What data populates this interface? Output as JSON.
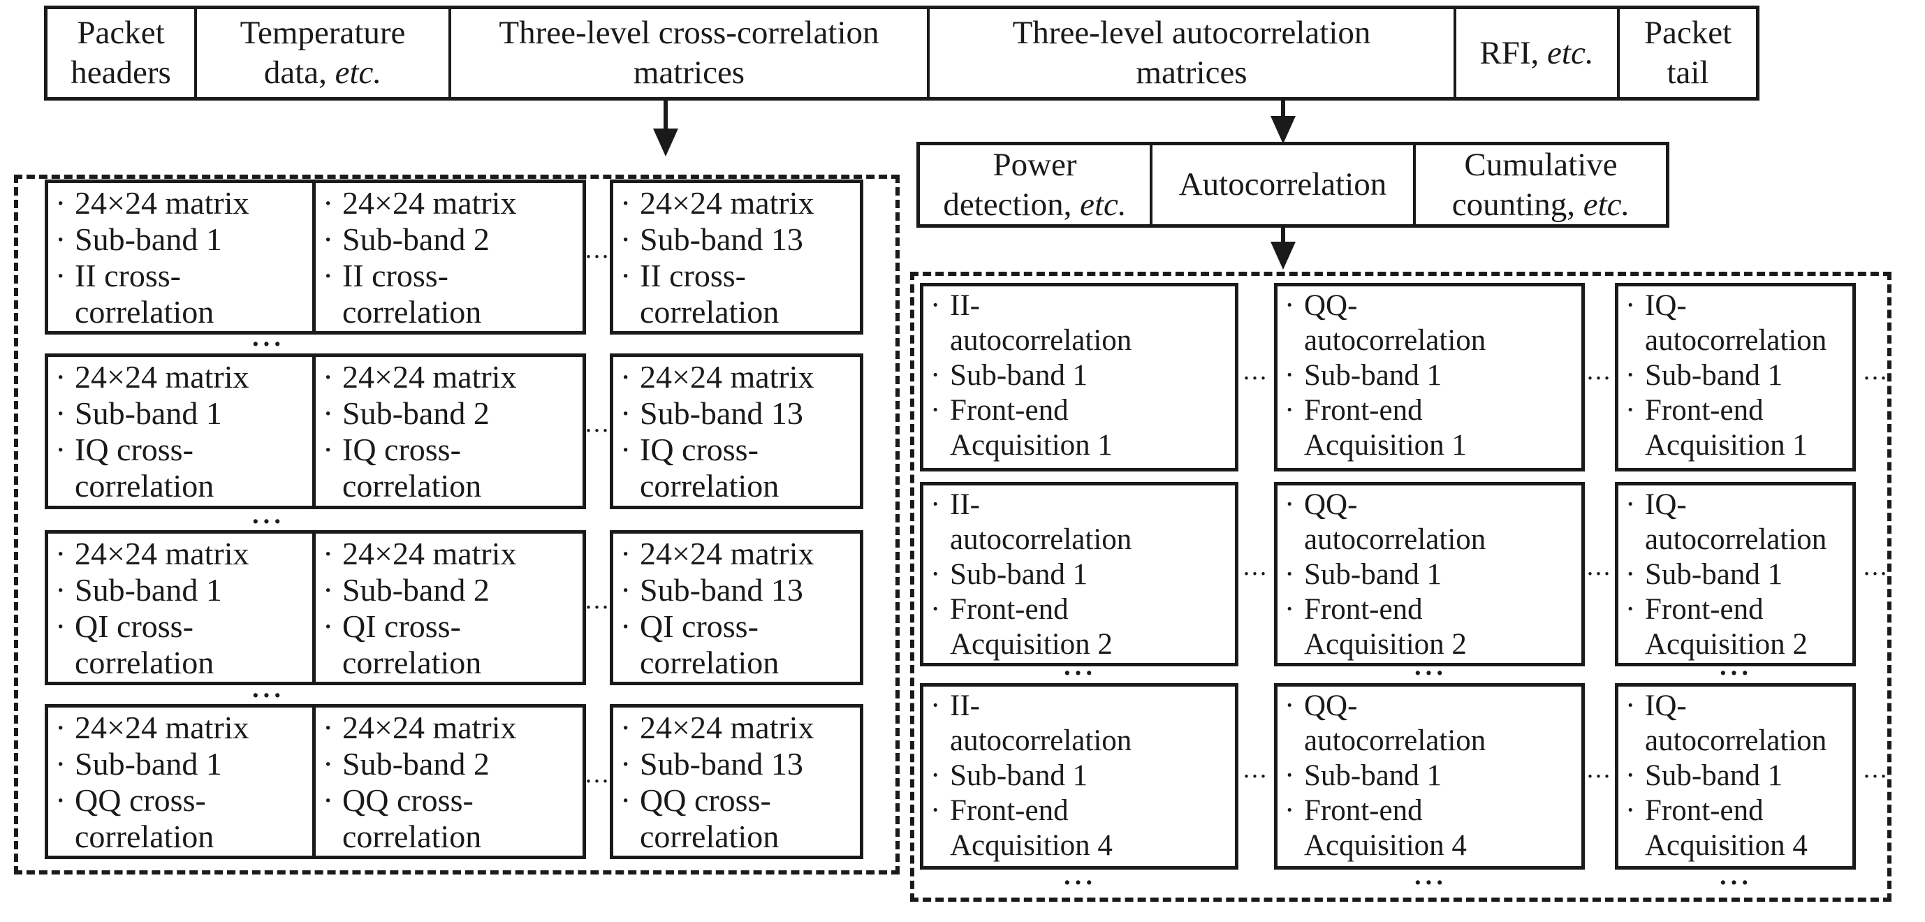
{
  "colors": {
    "ink": "#1a1a1a",
    "background": "#ffffff"
  },
  "glyphs": {
    "bullet": "·",
    "hdots": "···"
  },
  "packet_strip": {
    "cells": [
      {
        "l1": "Packet",
        "l2": "headers"
      },
      {
        "l1": "Temperature",
        "l2": "data, ",
        "l2i": "etc."
      },
      {
        "l1": "Three-level cross-correlation",
        "l2": "matrices"
      },
      {
        "l1": "Three-level autocorrelation",
        "l2": "matrices"
      },
      {
        "l1": "RFI, ",
        "l1i": "etc."
      },
      {
        "l1": "Packet",
        "l2": "tail"
      }
    ]
  },
  "process_strip": {
    "cells": [
      {
        "l1": "Power",
        "l2": "detection, ",
        "l2i": "etc."
      },
      {
        "l1": "Autocorrelation"
      },
      {
        "l1": "Cumulative",
        "l2": "counting, ",
        "l2i": "etc."
      }
    ]
  },
  "left_panel": {
    "rows": [
      {
        "boxes": [
          {
            "lines": [
              {
                "b": 1,
                "t": "24×24 matrix"
              },
              {
                "b": 1,
                "t": "Sub-band 1"
              },
              {
                "b": 1,
                "t": "II cross-"
              },
              {
                "b": 0,
                "t": "correlation"
              }
            ]
          },
          {
            "lines": [
              {
                "b": 1,
                "t": "24×24 matrix"
              },
              {
                "b": 1,
                "t": "Sub-band 2"
              },
              {
                "b": 1,
                "t": "II cross-"
              },
              {
                "b": 0,
                "t": "correlation"
              }
            ]
          },
          {
            "lines": [
              {
                "b": 1,
                "t": "24×24 matrix"
              },
              {
                "b": 1,
                "t": "Sub-band 13"
              },
              {
                "b": 1,
                "t": "II cross-"
              },
              {
                "b": 0,
                "t": "correlation"
              }
            ]
          }
        ]
      },
      {
        "boxes": [
          {
            "lines": [
              {
                "b": 1,
                "t": "24×24 matrix"
              },
              {
                "b": 1,
                "t": "Sub-band 1"
              },
              {
                "b": 1,
                "t": "IQ cross-"
              },
              {
                "b": 0,
                "t": "correlation"
              }
            ]
          },
          {
            "lines": [
              {
                "b": 1,
                "t": "24×24 matrix"
              },
              {
                "b": 1,
                "t": "Sub-band 2"
              },
              {
                "b": 1,
                "t": "IQ cross-"
              },
              {
                "b": 0,
                "t": "correlation"
              }
            ]
          },
          {
            "lines": [
              {
                "b": 1,
                "t": "24×24 matrix"
              },
              {
                "b": 1,
                "t": "Sub-band 13"
              },
              {
                "b": 1,
                "t": "IQ cross-"
              },
              {
                "b": 0,
                "t": "correlation"
              }
            ]
          }
        ]
      },
      {
        "boxes": [
          {
            "lines": [
              {
                "b": 1,
                "t": "24×24 matrix"
              },
              {
                "b": 1,
                "t": "Sub-band 1"
              },
              {
                "b": 1,
                "t": "QI cross-"
              },
              {
                "b": 0,
                "t": "correlation"
              }
            ]
          },
          {
            "lines": [
              {
                "b": 1,
                "t": "24×24 matrix"
              },
              {
                "b": 1,
                "t": "Sub-band 2"
              },
              {
                "b": 1,
                "t": "QI cross-"
              },
              {
                "b": 0,
                "t": "correlation"
              }
            ]
          },
          {
            "lines": [
              {
                "b": 1,
                "t": "24×24 matrix"
              },
              {
                "b": 1,
                "t": "Sub-band 13"
              },
              {
                "b": 1,
                "t": "QI cross-"
              },
              {
                "b": 0,
                "t": "correlation"
              }
            ]
          }
        ]
      },
      {
        "boxes": [
          {
            "lines": [
              {
                "b": 1,
                "t": "24×24 matrix"
              },
              {
                "b": 1,
                "t": "Sub-band 1"
              },
              {
                "b": 1,
                "t": "QQ cross-"
              },
              {
                "b": 0,
                "t": "correlation"
              }
            ]
          },
          {
            "lines": [
              {
                "b": 1,
                "t": "24×24 matrix"
              },
              {
                "b": 1,
                "t": "Sub-band 2"
              },
              {
                "b": 1,
                "t": "QQ cross-"
              },
              {
                "b": 0,
                "t": "correlation"
              }
            ]
          },
          {
            "lines": [
              {
                "b": 1,
                "t": "24×24 matrix"
              },
              {
                "b": 1,
                "t": "Sub-band 13"
              },
              {
                "b": 1,
                "t": "QQ cross-"
              },
              {
                "b": 0,
                "t": "correlation"
              }
            ]
          }
        ]
      }
    ]
  },
  "right_panel": {
    "rows": [
      {
        "boxes": [
          {
            "lines": [
              {
                "b": 1,
                "t": "II-"
              },
              {
                "b": 0,
                "t": "autocorrelation"
              },
              {
                "b": 1,
                "t": "Sub-band 1"
              },
              {
                "b": 1,
                "t": "Front-end"
              },
              {
                "b": 0,
                "t": "Acquisition 1"
              }
            ]
          },
          {
            "lines": [
              {
                "b": 1,
                "t": "QQ-"
              },
              {
                "b": 0,
                "t": "autocorrelation"
              },
              {
                "b": 1,
                "t": "Sub-band 1"
              },
              {
                "b": 1,
                "t": "Front-end"
              },
              {
                "b": 0,
                "t": "Acquisition 1"
              }
            ]
          },
          {
            "lines": [
              {
                "b": 1,
                "t": "IQ-"
              },
              {
                "b": 0,
                "t": "autocorrelation"
              },
              {
                "b": 1,
                "t": "Sub-band 1"
              },
              {
                "b": 1,
                "t": "Front-end"
              },
              {
                "b": 0,
                "t": "Acquisition 1"
              }
            ]
          }
        ]
      },
      {
        "boxes": [
          {
            "lines": [
              {
                "b": 1,
                "t": "II-"
              },
              {
                "b": 0,
                "t": "autocorrelation"
              },
              {
                "b": 1,
                "t": "Sub-band 1"
              },
              {
                "b": 1,
                "t": "Front-end"
              },
              {
                "b": 0,
                "t": "Acquisition 2"
              }
            ]
          },
          {
            "lines": [
              {
                "b": 1,
                "t": "QQ-"
              },
              {
                "b": 0,
                "t": "autocorrelation"
              },
              {
                "b": 1,
                "t": "Sub-band 1"
              },
              {
                "b": 1,
                "t": "Front-end"
              },
              {
                "b": 0,
                "t": "Acquisition 2"
              }
            ]
          },
          {
            "lines": [
              {
                "b": 1,
                "t": "IQ-"
              },
              {
                "b": 0,
                "t": "autocorrelation"
              },
              {
                "b": 1,
                "t": "Sub-band 1"
              },
              {
                "b": 1,
                "t": "Front-end"
              },
              {
                "b": 0,
                "t": "Acquisition 2"
              }
            ]
          }
        ]
      },
      {
        "boxes": [
          {
            "lines": [
              {
                "b": 1,
                "t": "II-"
              },
              {
                "b": 0,
                "t": "autocorrelation"
              },
              {
                "b": 1,
                "t": "Sub-band 1"
              },
              {
                "b": 1,
                "t": "Front-end"
              },
              {
                "b": 0,
                "t": "Acquisition 4"
              }
            ]
          },
          {
            "lines": [
              {
                "b": 1,
                "t": "QQ-"
              },
              {
                "b": 0,
                "t": "autocorrelation"
              },
              {
                "b": 1,
                "t": "Sub-band 1"
              },
              {
                "b": 1,
                "t": "Front-end"
              },
              {
                "b": 0,
                "t": "Acquisition 4"
              }
            ]
          },
          {
            "lines": [
              {
                "b": 1,
                "t": "IQ-"
              },
              {
                "b": 0,
                "t": "autocorrelation"
              },
              {
                "b": 1,
                "t": "Sub-band 1"
              },
              {
                "b": 1,
                "t": "Front-end"
              },
              {
                "b": 0,
                "t": "Acquisition 4"
              }
            ]
          }
        ]
      }
    ]
  }
}
